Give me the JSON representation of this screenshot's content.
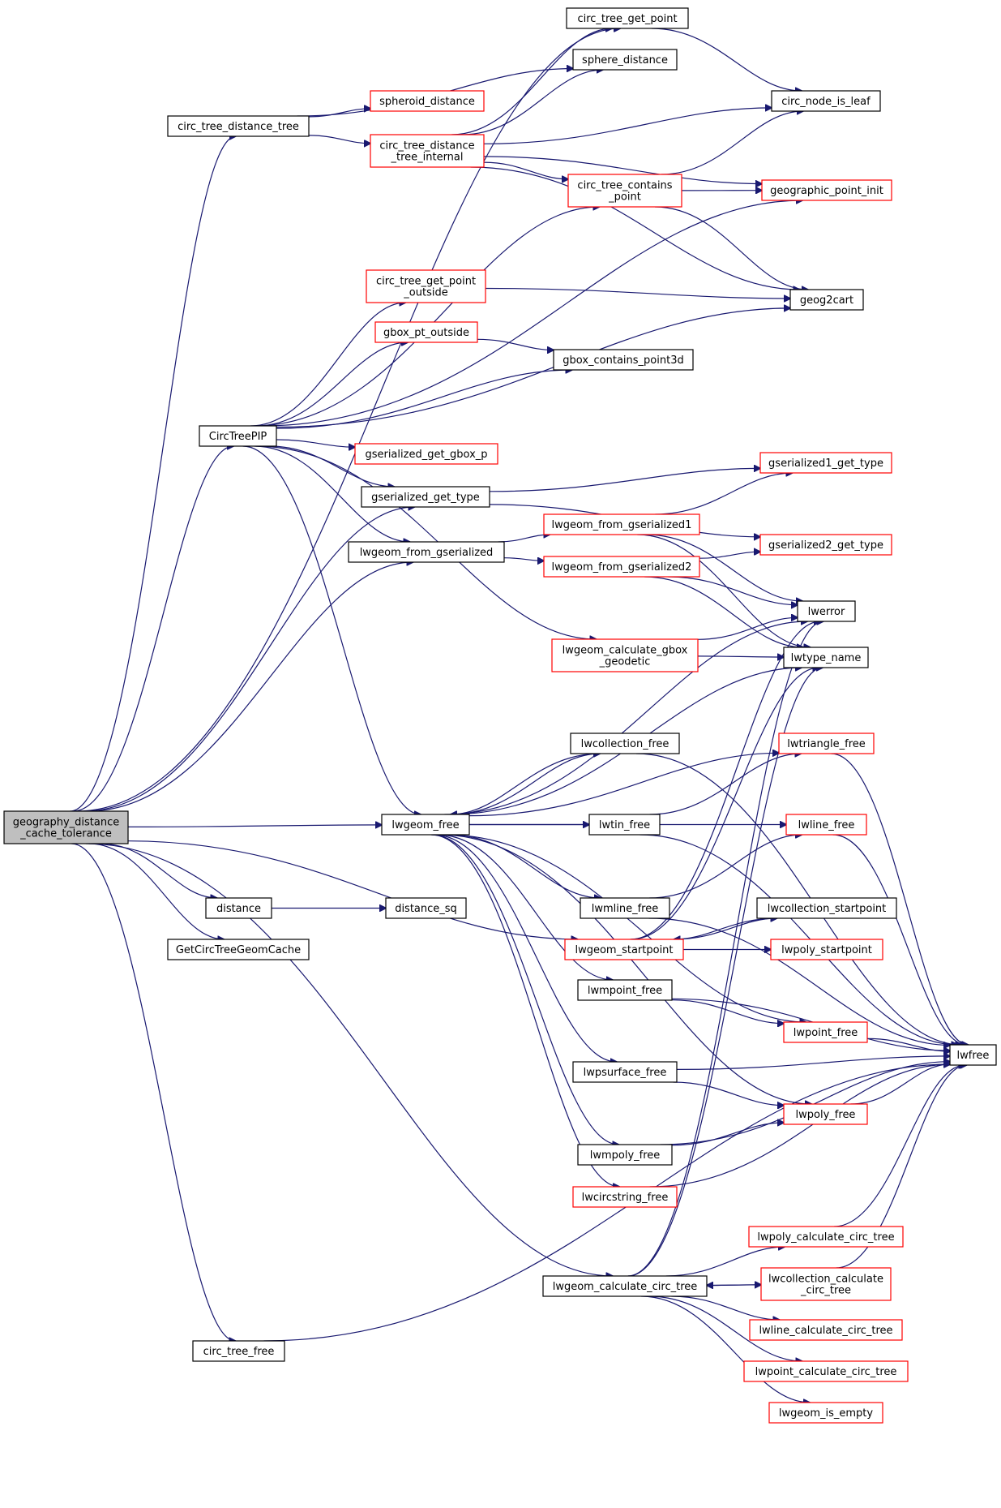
{
  "colors": {
    "edge": "#191970",
    "black_border": "#000000",
    "red_border": "#ff0000",
    "root_fill": "#bfbfbf"
  },
  "nodes": {
    "root": {
      "lines": [
        "geography_distance",
        "_cache_tolerance"
      ],
      "style": "root"
    },
    "circ_tree_distance_tree": {
      "lines": [
        "circ_tree_distance_tree"
      ],
      "style": "black"
    },
    "circ_tree_get_point": {
      "lines": [
        "circ_tree_get_point"
      ],
      "style": "black"
    },
    "sphere_distance": {
      "lines": [
        "sphere_distance"
      ],
      "style": "black"
    },
    "spheroid_distance": {
      "lines": [
        "spheroid_distance"
      ],
      "style": "red"
    },
    "circ_tree_distance_tree_internal": {
      "lines": [
        "circ_tree_distance",
        "_tree_internal"
      ],
      "style": "red"
    },
    "circ_node_is_leaf": {
      "lines": [
        "circ_node_is_leaf"
      ],
      "style": "black"
    },
    "circ_tree_contains_point": {
      "lines": [
        "circ_tree_contains",
        "_point"
      ],
      "style": "red"
    },
    "geographic_point_init": {
      "lines": [
        "geographic_point_init"
      ],
      "style": "red"
    },
    "circ_tree_get_point_outside": {
      "lines": [
        "circ_tree_get_point",
        "_outside"
      ],
      "style": "red"
    },
    "geog2cart": {
      "lines": [
        "geog2cart"
      ],
      "style": "black"
    },
    "gbox_pt_outside": {
      "lines": [
        "gbox_pt_outside"
      ],
      "style": "red"
    },
    "gbox_contains_point3d": {
      "lines": [
        "gbox_contains_point3d"
      ],
      "style": "black"
    },
    "CircTreePIP": {
      "lines": [
        "CircTreePIP"
      ],
      "style": "black"
    },
    "gserialized_get_gbox_p": {
      "lines": [
        "gserialized_get_gbox_p"
      ],
      "style": "red"
    },
    "gserialized1_get_type": {
      "lines": [
        "gserialized1_get_type"
      ],
      "style": "red"
    },
    "gserialized_get_type": {
      "lines": [
        "gserialized_get_type"
      ],
      "style": "black"
    },
    "lwgeom_from_gserialized1": {
      "lines": [
        "lwgeom_from_gserialized1"
      ],
      "style": "red"
    },
    "gserialized2_get_type": {
      "lines": [
        "gserialized2_get_type"
      ],
      "style": "red"
    },
    "lwgeom_from_gserialized": {
      "lines": [
        "lwgeom_from_gserialized"
      ],
      "style": "black"
    },
    "lwgeom_from_gserialized2": {
      "lines": [
        "lwgeom_from_gserialized2"
      ],
      "style": "red"
    },
    "lwerror": {
      "lines": [
        "lwerror"
      ],
      "style": "black"
    },
    "lwgeom_calculate_gbox_geodetic": {
      "lines": [
        "lwgeom_calculate_gbox",
        "_geodetic"
      ],
      "style": "red"
    },
    "lwtype_name": {
      "lines": [
        "lwtype_name"
      ],
      "style": "black"
    },
    "lwcollection_free": {
      "lines": [
        "lwcollection_free"
      ],
      "style": "black"
    },
    "lwtriangle_free": {
      "lines": [
        "lwtriangle_free"
      ],
      "style": "red"
    },
    "lwgeom_free": {
      "lines": [
        "lwgeom_free"
      ],
      "style": "black"
    },
    "lwtin_free": {
      "lines": [
        "lwtin_free"
      ],
      "style": "black"
    },
    "lwline_free": {
      "lines": [
        "lwline_free"
      ],
      "style": "red"
    },
    "lwmline_free": {
      "lines": [
        "lwmline_free"
      ],
      "style": "black"
    },
    "distance": {
      "lines": [
        "distance"
      ],
      "style": "black"
    },
    "distance_sq": {
      "lines": [
        "distance_sq"
      ],
      "style": "black"
    },
    "lwcollection_startpoint": {
      "lines": [
        "lwcollection_startpoint"
      ],
      "style": "black"
    },
    "GetCircTreeGeomCache": {
      "lines": [
        "GetCircTreeGeomCache"
      ],
      "style": "black"
    },
    "lwgeom_startpoint": {
      "lines": [
        "lwgeom_startpoint"
      ],
      "style": "red"
    },
    "lwpoly_startpoint": {
      "lines": [
        "lwpoly_startpoint"
      ],
      "style": "red"
    },
    "lwmpoint_free": {
      "lines": [
        "lwmpoint_free"
      ],
      "style": "black"
    },
    "lwpoint_free": {
      "lines": [
        "lwpoint_free"
      ],
      "style": "red"
    },
    "lwfree": {
      "lines": [
        "lwfree"
      ],
      "style": "black"
    },
    "lwpsurface_free": {
      "lines": [
        "lwpsurface_free"
      ],
      "style": "black"
    },
    "lwpoly_free": {
      "lines": [
        "lwpoly_free"
      ],
      "style": "red"
    },
    "lwmpoly_free": {
      "lines": [
        "lwmpoly_free"
      ],
      "style": "black"
    },
    "lwcircstring_free": {
      "lines": [
        "lwcircstring_free"
      ],
      "style": "red"
    },
    "lwpoly_calculate_circ_tree": {
      "lines": [
        "lwpoly_calculate_circ_tree"
      ],
      "style": "red"
    },
    "lwgeom_calculate_circ_tree": {
      "lines": [
        "lwgeom_calculate_circ_tree"
      ],
      "style": "black"
    },
    "lwcollection_calculate_circ_tree": {
      "lines": [
        "lwcollection_calculate",
        "_circ_tree"
      ],
      "style": "red"
    },
    "lwline_calculate_circ_tree": {
      "lines": [
        "lwline_calculate_circ_tree"
      ],
      "style": "red"
    },
    "circ_tree_free": {
      "lines": [
        "circ_tree_free"
      ],
      "style": "black"
    },
    "lwpoint_calculate_circ_tree": {
      "lines": [
        "lwpoint_calculate_circ_tree"
      ],
      "style": "red"
    },
    "lwgeom_is_empty": {
      "lines": [
        "lwgeom_is_empty"
      ],
      "style": "red"
    }
  },
  "edges": [
    [
      "root",
      "circ_tree_get_point"
    ],
    [
      "root",
      "circ_tree_distance_tree"
    ],
    [
      "root",
      "CircTreePIP"
    ],
    [
      "root",
      "gserialized_get_type"
    ],
    [
      "root",
      "lwgeom_from_gserialized"
    ],
    [
      "root",
      "lwgeom_free"
    ],
    [
      "root",
      "lwgeom_startpoint"
    ],
    [
      "root",
      "distance"
    ],
    [
      "root",
      "GetCircTreeGeomCache"
    ],
    [
      "root",
      "lwgeom_calculate_circ_tree"
    ],
    [
      "root",
      "circ_tree_free"
    ],
    [
      "circ_tree_distance_tree",
      "sphere_distance"
    ],
    [
      "circ_tree_distance_tree",
      "spheroid_distance"
    ],
    [
      "circ_tree_distance_tree",
      "circ_tree_distance_tree_internal"
    ],
    [
      "circ_tree_distance_tree_internal",
      "circ_tree_get_point"
    ],
    [
      "circ_tree_distance_tree_internal",
      "sphere_distance"
    ],
    [
      "circ_tree_distance_tree_internal",
      "circ_node_is_leaf"
    ],
    [
      "circ_tree_distance_tree_internal",
      "geographic_point_init"
    ],
    [
      "circ_tree_distance_tree_internal",
      "circ_tree_contains_point"
    ],
    [
      "circ_tree_distance_tree_internal",
      "geog2cart"
    ],
    [
      "circ_tree_get_point",
      "circ_node_is_leaf"
    ],
    [
      "circ_tree_contains_point",
      "circ_node_is_leaf"
    ],
    [
      "circ_tree_contains_point",
      "geographic_point_init"
    ],
    [
      "circ_tree_contains_point",
      "geog2cart"
    ],
    [
      "circ_tree_get_point_outside",
      "geog2cart"
    ],
    [
      "gbox_pt_outside",
      "gbox_contains_point3d"
    ],
    [
      "CircTreePIP",
      "circ_tree_contains_point"
    ],
    [
      "CircTreePIP",
      "geographic_point_init"
    ],
    [
      "CircTreePIP",
      "circ_tree_get_point_outside"
    ],
    [
      "CircTreePIP",
      "gbox_pt_outside"
    ],
    [
      "CircTreePIP",
      "gbox_contains_point3d"
    ],
    [
      "CircTreePIP",
      "geog2cart"
    ],
    [
      "CircTreePIP",
      "gserialized_get_gbox_p"
    ],
    [
      "CircTreePIP",
      "gserialized_get_type"
    ],
    [
      "CircTreePIP",
      "lwgeom_from_gserialized"
    ],
    [
      "CircTreePIP",
      "lwgeom_calculate_gbox_geodetic"
    ],
    [
      "CircTreePIP",
      "lwgeom_free"
    ],
    [
      "gserialized_get_type",
      "gserialized1_get_type"
    ],
    [
      "gserialized_get_type",
      "gserialized2_get_type"
    ],
    [
      "lwgeom_from_gserialized",
      "lwgeom_from_gserialized1"
    ],
    [
      "lwgeom_from_gserialized",
      "lwgeom_from_gserialized2"
    ],
    [
      "lwgeom_from_gserialized1",
      "gserialized1_get_type"
    ],
    [
      "lwgeom_from_gserialized1",
      "lwerror"
    ],
    [
      "lwgeom_from_gserialized1",
      "lwtype_name"
    ],
    [
      "lwgeom_from_gserialized2",
      "gserialized2_get_type"
    ],
    [
      "lwgeom_from_gserialized2",
      "lwerror"
    ],
    [
      "lwgeom_from_gserialized2",
      "lwtype_name"
    ],
    [
      "lwgeom_calculate_gbox_geodetic",
      "lwerror"
    ],
    [
      "lwgeom_calculate_gbox_geodetic",
      "lwtype_name"
    ],
    [
      "lwgeom_free",
      "lwerror"
    ],
    [
      "lwgeom_free",
      "lwtype_name"
    ],
    [
      "lwgeom_free",
      "lwcollection_free"
    ],
    [
      "lwgeom_free",
      "lwtriangle_free"
    ],
    [
      "lwgeom_free",
      "lwtin_free"
    ],
    [
      "lwgeom_free",
      "lwline_free"
    ],
    [
      "lwgeom_free",
      "lwmline_free"
    ],
    [
      "lwgeom_free",
      "lwmpoint_free"
    ],
    [
      "lwgeom_free",
      "lwpoint_free"
    ],
    [
      "lwgeom_free",
      "lwpsurface_free"
    ],
    [
      "lwgeom_free",
      "lwpoly_free"
    ],
    [
      "lwgeom_free",
      "lwmpoly_free"
    ],
    [
      "lwgeom_free",
      "lwcircstring_free"
    ],
    [
      "lwcollection_free",
      "lwgeom_free"
    ],
    [
      "lwcollection_free",
      "lwfree"
    ],
    [
      "lwtin_free",
      "lwtriangle_free"
    ],
    [
      "lwtin_free",
      "lwfree"
    ],
    [
      "lwtriangle_free",
      "lwfree"
    ],
    [
      "lwmline_free",
      "lwline_free"
    ],
    [
      "lwmline_free",
      "lwfree"
    ],
    [
      "lwline_free",
      "lwfree"
    ],
    [
      "distance",
      "distance_sq"
    ],
    [
      "lwgeom_startpoint",
      "lwcollection_startpoint"
    ],
    [
      "lwgeom_startpoint",
      "lwpoly_startpoint"
    ],
    [
      "lwgeom_startpoint",
      "lwerror"
    ],
    [
      "lwgeom_startpoint",
      "lwtype_name"
    ],
    [
      "lwcollection_startpoint",
      "lwgeom_startpoint"
    ],
    [
      "lwmpoint_free",
      "lwpoint_free"
    ],
    [
      "lwmpoint_free",
      "lwfree"
    ],
    [
      "lwpoint_free",
      "lwfree"
    ],
    [
      "lwpsurface_free",
      "lwpoly_free"
    ],
    [
      "lwpsurface_free",
      "lwfree"
    ],
    [
      "lwpoly_free",
      "lwfree"
    ],
    [
      "lwmpoly_free",
      "lwpoly_free"
    ],
    [
      "lwmpoly_free",
      "lwfree"
    ],
    [
      "lwcircstring_free",
      "lwfree"
    ],
    [
      "lwgeom_calculate_circ_tree",
      "lwerror"
    ],
    [
      "lwgeom_calculate_circ_tree",
      "lwtype_name"
    ],
    [
      "lwgeom_calculate_circ_tree",
      "lwpoly_calculate_circ_tree"
    ],
    [
      "lwgeom_calculate_circ_tree",
      "lwcollection_calculate_circ_tree"
    ],
    [
      "lwgeom_calculate_circ_tree",
      "lwline_calculate_circ_tree"
    ],
    [
      "lwgeom_calculate_circ_tree",
      "lwpoint_calculate_circ_tree"
    ],
    [
      "lwgeom_calculate_circ_tree",
      "lwgeom_is_empty"
    ],
    [
      "lwcollection_calculate_circ_tree",
      "lwgeom_calculate_circ_tree"
    ],
    [
      "lwpoly_calculate_circ_tree",
      "lwfree"
    ],
    [
      "lwcollection_calculate_circ_tree",
      "lwfree"
    ],
    [
      "circ_tree_free",
      "lwfree"
    ]
  ]
}
